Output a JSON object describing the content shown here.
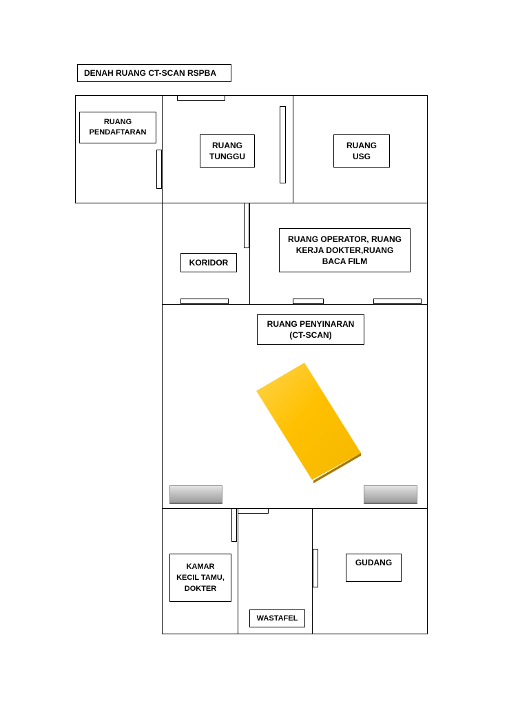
{
  "title": "DENAH RUANG CT-SCAN RSPBA",
  "rooms": {
    "pendaftaran": "RUANG\nPENDAFTARAN",
    "tunggu": "RUANG\nTUNGGU",
    "usg": "RUANG\nUSG",
    "koridor": "KORIDOR",
    "operator": "RUANG OPERATOR, RUANG\nKERJA DOKTER,RUANG\nBACA FILM",
    "penyinaran": "RUANG PENYINARAN\n(CT-SCAN)",
    "kamar": "KAMAR\nKECIL TAMU,\nDOKTER",
    "wastafel": "WASTAFEL",
    "gudang": "GUDANG"
  },
  "colors": {
    "scanner_bed": "#FFC000",
    "scanner_bed_edge": "#B8860B",
    "bench": "#B0B0B0",
    "wall": "#000000"
  }
}
